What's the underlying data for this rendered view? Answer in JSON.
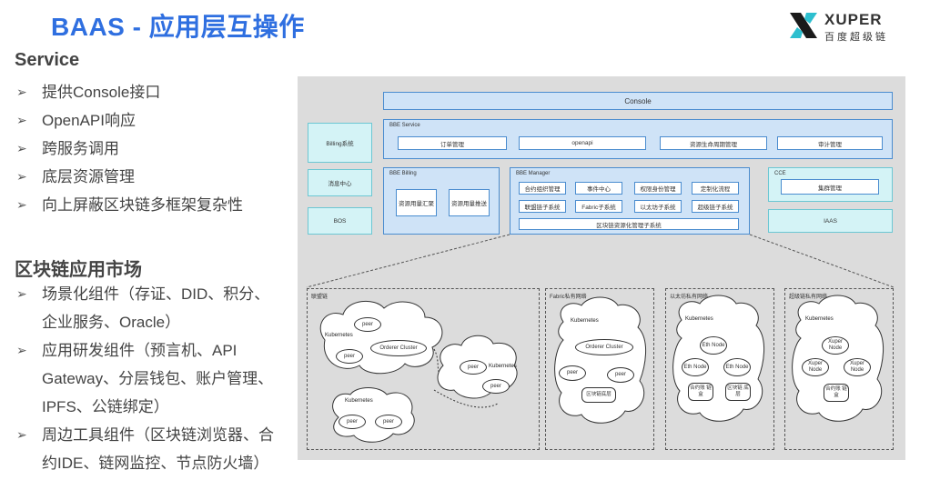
{
  "header": {
    "title": "BAAS - 应用层互操作"
  },
  "logo": {
    "name": "XUPER",
    "subtitle": "百度超级链"
  },
  "section1": {
    "heading": "Service",
    "items": [
      "提供Console接口",
      "OpenAPI响应",
      "跨服务调用",
      "底层资源管理",
      "向上屏蔽区块链多框架复杂性"
    ]
  },
  "section2": {
    "heading": "区块链应用市场",
    "items": [
      [
        "场景化组件（存证、DID、积分、",
        "企业服务、Oracle）"
      ],
      [
        "应用研发组件（预言机、API",
        "Gateway、分层钱包、账户管理、",
        "IPFS、公链绑定）"
      ],
      [
        "周边工具组件（区块链浏览器、合",
        "约IDE、链网监控、节点防火墙）"
      ]
    ]
  },
  "diagram": {
    "console": "Console",
    "bbe_service": {
      "label": "BBE Service",
      "items": [
        "订单管理",
        "openapi",
        "资源生命周期管理",
        "审计管理"
      ]
    },
    "left_boxes": [
      "Billing系统",
      "消息中心",
      "BOS"
    ],
    "bbe_billing": {
      "label": "BBE Billing",
      "items": [
        "资源用量汇聚",
        "资源用量推送"
      ]
    },
    "bbe_manager": {
      "label": "BBE Manager",
      "items": [
        "合约组织管理",
        "事件中心",
        "权限身份管理",
        "定制化流程",
        "联盟链子系统",
        "Fabric子系统",
        "以太坊子系统",
        "超级链子系统"
      ],
      "bottom": "区块链资源化管理子系统"
    },
    "cce": {
      "label": "CCE",
      "item": "集群管理"
    },
    "iaas": "IAAS",
    "networks": {
      "alliance": {
        "label": "联盟链",
        "cloud1": {
          "k8s": "Kubernetes",
          "peer1": "peer",
          "peer2": "peer",
          "orderer": "Orderer Cluster"
        },
        "cloud2": {
          "k8s": "Kubernetes",
          "peer1": "peer",
          "peer2": "peer"
        },
        "cloud3": {
          "k8s": "Kubernetes",
          "peer1": "peer",
          "peer2": "peer"
        }
      },
      "fabric": {
        "label": "Fabric私有网络",
        "k8s": "Kubernetes",
        "orderer": "Orderer Cluster",
        "peer1": "peer",
        "peer2": "peer",
        "bottom": "区块链底层"
      },
      "eth": {
        "label": "以太坊私有网络",
        "k8s": "Kubernetes",
        "n1": "Eth Node",
        "n2": "Eth Node",
        "n3": "Eth Node",
        "b1": "合约账 链盒",
        "b2": "区块链 底层"
      },
      "xuper": {
        "label": "超级链私有网络",
        "k8s": "Kubernetes",
        "n1": "Xuper Node",
        "n2": "Xuper Node",
        "n3": "Xuper Node",
        "b1": "合约账 链盒"
      }
    }
  }
}
